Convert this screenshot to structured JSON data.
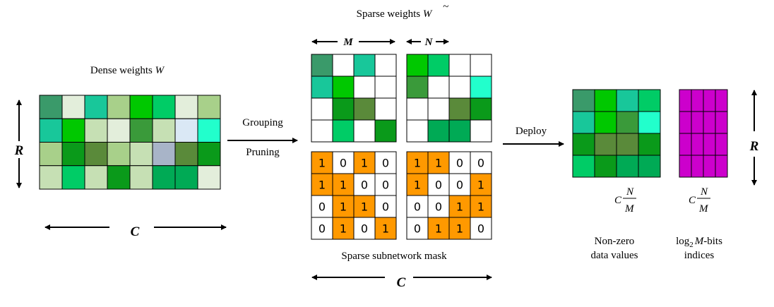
{
  "colors": {
    "orange": "#ff9900",
    "magenta": "#cc00cc",
    "white": "#ffffff"
  },
  "dense": {
    "title_text": "Dense weights ",
    "title_var": "W",
    "rows_label": "R",
    "cols_label": "C",
    "grid": [
      [
        "#3a9a6a",
        "#e3eedb",
        "#18c79a",
        "#a8d08a",
        "#00c800",
        "#00cc66",
        "#e3eedb",
        "#a8d08a"
      ],
      [
        "#18c79a",
        "#00c800",
        "#c6e0b4",
        "#e3eedb",
        "#3a9a3a",
        "#c6e0b4",
        "#dae8f5",
        "#22ffcc"
      ],
      [
        "#a8d08a",
        "#0a9a1a",
        "#5a8a3a",
        "#a8d08a",
        "#c6e0b4",
        "#a8b4c8",
        "#5a8a3a",
        "#0a9a1a"
      ],
      [
        "#c6e0b4",
        "#00cc66",
        "#c6e0b4",
        "#0a9a1a",
        "#c6e0b4",
        "#00aa55",
        "#00aa55",
        "#e3eedb"
      ]
    ]
  },
  "grouping": {
    "label_top": "Grouping",
    "label_bottom": "Pruning"
  },
  "sparse": {
    "title_text": "Sparse weights ",
    "title_var": "W",
    "m_label": "M",
    "n_label": "N",
    "block1": [
      [
        "#3a9a6a",
        "#ffffff",
        "#18c79a",
        "#ffffff"
      ],
      [
        "#18c79a",
        "#00c800",
        "#ffffff",
        "#ffffff"
      ],
      [
        "#ffffff",
        "#0a9a1a",
        "#5a8a3a",
        "#ffffff"
      ],
      [
        "#ffffff",
        "#00cc66",
        "#ffffff",
        "#0a9a1a"
      ]
    ],
    "block2": [
      [
        "#00c800",
        "#00cc66",
        "#ffffff",
        "#ffffff"
      ],
      [
        "#3a9a3a",
        "#ffffff",
        "#ffffff",
        "#22ffcc"
      ],
      [
        "#ffffff",
        "#ffffff",
        "#5a8a3a",
        "#0a9a1a"
      ],
      [
        "#ffffff",
        "#00aa55",
        "#00aa55",
        "#ffffff"
      ]
    ]
  },
  "mask": {
    "caption": "Sparse subnetwork mask",
    "cols_label": "C",
    "block1": [
      [
        "1",
        "0",
        "1",
        "0"
      ],
      [
        "1",
        "1",
        "0",
        "0"
      ],
      [
        "0",
        "1",
        "1",
        "0"
      ],
      [
        "0",
        "1",
        "0",
        "1"
      ]
    ],
    "block2": [
      [
        "1",
        "1",
        "0",
        "0"
      ],
      [
        "1",
        "0",
        "0",
        "1"
      ],
      [
        "0",
        "0",
        "1",
        "1"
      ],
      [
        "0",
        "1",
        "1",
        "0"
      ]
    ]
  },
  "deploy": {
    "label": "Deploy"
  },
  "values": {
    "grid": [
      [
        "#3a9a6a",
        "#00c800",
        "#18c79a",
        "#00cc66"
      ],
      [
        "#18c79a",
        "#00c800",
        "#3a9a3a",
        "#22ffcc"
      ],
      [
        "#0a9a1a",
        "#5a8a3a",
        "#5a8a3a",
        "#0a9a1a"
      ],
      [
        "#00cc66",
        "#0a9a1a",
        "#00aa55",
        "#00aa55"
      ]
    ],
    "dim_c": "C",
    "dim_num": "N",
    "dim_den": "M",
    "caption_line1": "Non-zero",
    "caption_line2": "data values"
  },
  "indices": {
    "dim_c": "C",
    "dim_num": "N",
    "dim_den": "M",
    "caption_log": "log",
    "caption_sub": "2",
    "caption_var": "M",
    "caption_rest": "-bits",
    "caption_line2": "indices"
  },
  "right": {
    "rows_label": "R"
  }
}
